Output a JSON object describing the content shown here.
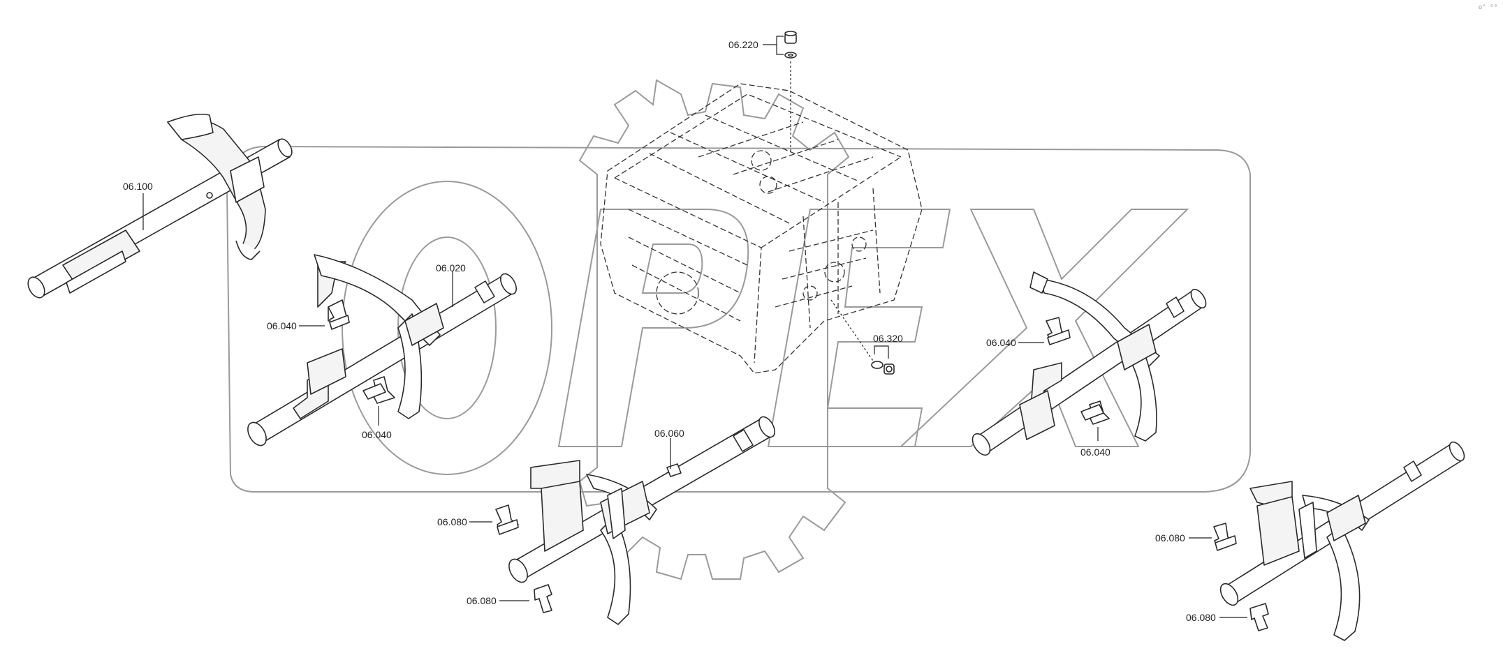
{
  "parts": {
    "p06220": "06.220",
    "p06100": "06.100",
    "p06020": "06.020",
    "p06040_a": "06.040",
    "p06040_b": "06.040",
    "p06040_c": "06.040",
    "p06040_d": "06.040",
    "p06320": "06.320",
    "p06060": "06.060",
    "p06080_a": "06.080",
    "p06080_b": "06.080",
    "p06080_c": "06.080",
    "p06080_d": "06.080"
  },
  "watermark": {
    "text": "OPEX",
    "color": "#9a9a9a"
  },
  "corner_mark": "o° ⁰⁰"
}
